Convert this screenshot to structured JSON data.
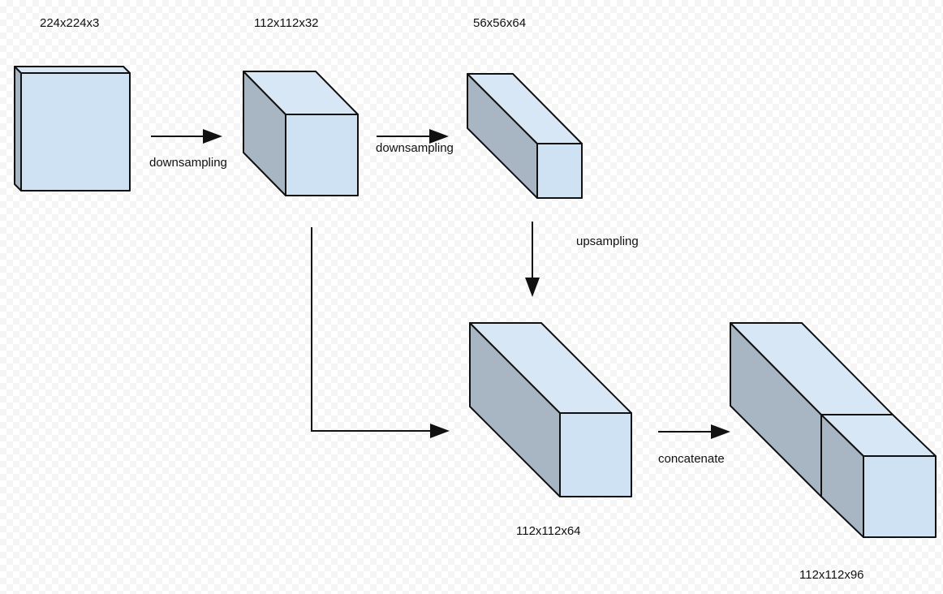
{
  "colors": {
    "front_face": "#cfe2f3",
    "top_face": "#d7e7f5",
    "side_face": "#a8b5c2",
    "outline": "#111111"
  },
  "blocks": {
    "input": {
      "dims": "224x224x3"
    },
    "down1": {
      "dims": "112x112x32"
    },
    "down2": {
      "dims": "56x56x64"
    },
    "up": {
      "dims": "112x112x64"
    },
    "concat": {
      "dims": "112x112x96"
    }
  },
  "edges": {
    "input_to_down1": {
      "label": "downsampling"
    },
    "down1_to_down2": {
      "label": "downsampling"
    },
    "down2_to_up": {
      "label": "upsampling"
    },
    "down1_skip_to_up": {
      "label": ""
    },
    "up_to_concat": {
      "label": "concatenate"
    }
  }
}
